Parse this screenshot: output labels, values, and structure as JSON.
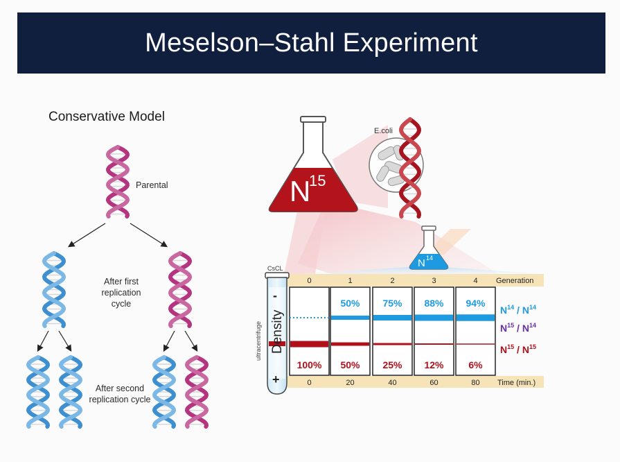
{
  "title": "Meselson–Stahl Experiment",
  "conservative": {
    "title": "Conservative Model",
    "parental_label": "Parental",
    "first_label": "After first replication cycle",
    "second_label": "After second replication cycle"
  },
  "flask": {
    "label_base": "N",
    "label_sup": "15",
    "ecoli_label": "E.coli",
    "small_label_base": "N",
    "small_label_sup": "14"
  },
  "tube": {
    "label": "CsCL",
    "side_label": "ultracentrifuge",
    "minus": "-",
    "plus": "+",
    "density_label": "Density"
  },
  "table": {
    "generation_header": "Generation",
    "time_header": "Time (min.)",
    "generations": [
      "0",
      "1",
      "2",
      "3",
      "4"
    ],
    "times": [
      "0",
      "20",
      "40",
      "60",
      "80"
    ],
    "light_pct": [
      "",
      "50%",
      "75%",
      "88%",
      "94%"
    ],
    "heavy_pct": [
      "100%",
      "50%",
      "25%",
      "12%",
      "6%"
    ],
    "light_fraction": [
      0,
      0.5,
      0.75,
      0.88,
      0.94
    ],
    "heavy_fraction": [
      1.0,
      0.5,
      0.25,
      0.12,
      0.06
    ],
    "legend": {
      "n14n14": {
        "base1": "N",
        "sup1": "14",
        "sep": " / ",
        "base2": "N",
        "sup2": "14"
      },
      "n15n14": {
        "base1": "N",
        "sup1": "15",
        "sep": " / ",
        "base2": "N",
        "sup2": "14"
      },
      "n15n15": {
        "base1": "N",
        "sup1": "15",
        "sep": " / ",
        "base2": "N",
        "sup2": "15"
      }
    }
  },
  "colors": {
    "title_bg": "#0f1f3d",
    "light_band": "#1e9be0",
    "hybrid": "#6b2fa8",
    "heavy_band": "#b0101a",
    "header_band": "#f6e3b8",
    "parental_strand": "#b5347f",
    "new_strand": "#3d8fd0"
  }
}
